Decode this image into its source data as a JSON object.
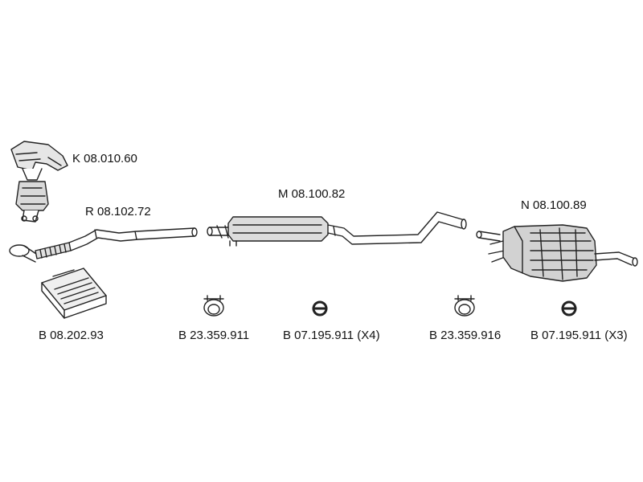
{
  "parts": {
    "manifold_cat": {
      "code": "K 08.010.60"
    },
    "front_pipe": {
      "code": "R 08.102.72"
    },
    "middle_silencer": {
      "code": "M 08.100.82"
    },
    "rear_silencer": {
      "code": "N 08.100.89"
    },
    "mounting_kit": {
      "code": "B 08.202.93"
    },
    "clamp_front": {
      "code": "B 23.359.911"
    },
    "hanger_front": {
      "code": "B 07.195.911 (X4)"
    },
    "clamp_rear": {
      "code": "B 23.359.916"
    },
    "hanger_rear": {
      "code": "B 07.195.911 (X3)"
    }
  },
  "colors": {
    "line": "#222222",
    "fill_light": "#e6e6e6",
    "fill_mid": "#bdbdbd",
    "background": "#ffffff"
  }
}
